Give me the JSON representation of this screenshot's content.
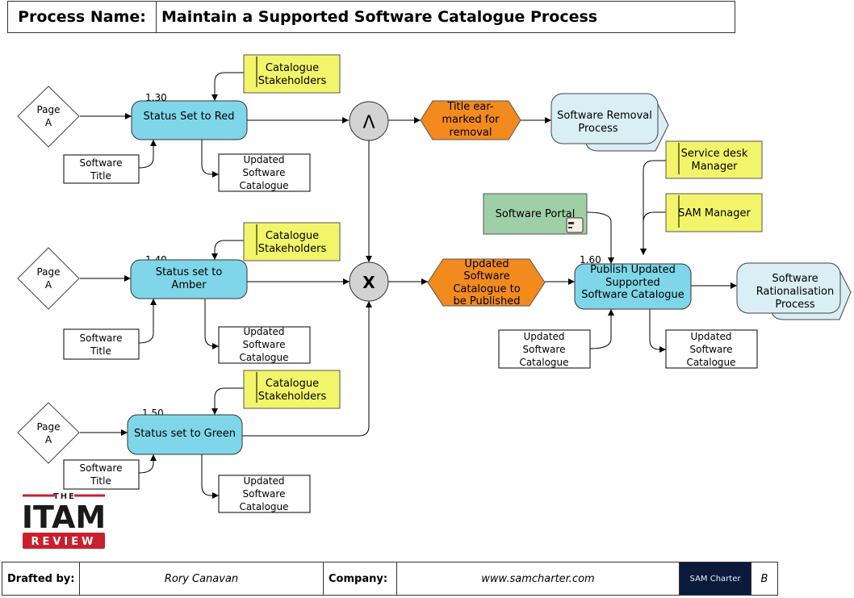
{
  "header": {
    "label": "Process Name:",
    "value": "Maintain a Supported Software Catalogue Process"
  },
  "footer": {
    "drafted_label": "Drafted by:",
    "drafted_value": "Rory Canavan",
    "company_label": "Company:",
    "company_value": "www.samcharter.com",
    "logo_text": "SAM Charter",
    "version": "B"
  },
  "logo": {
    "top": "THE",
    "main": "ITAM",
    "bottom": "REVIEW"
  },
  "diagram": {
    "page_refs": [
      [
        "Page",
        "A"
      ],
      [
        "Page",
        "A"
      ],
      [
        "Page",
        "A"
      ]
    ],
    "software_title": [
      [
        "Software",
        "Title"
      ],
      [
        "Software",
        "Title"
      ],
      [
        "Software",
        "Title"
      ]
    ],
    "stakeholders": [
      [
        "Catalogue",
        "Stakeholders"
      ],
      [
        "Catalogue",
        "Stakeholders"
      ],
      [
        "Catalogue",
        "Stakeholders"
      ]
    ],
    "updated_catalogue": [
      [
        "Updated",
        "Software",
        "Catalogue"
      ],
      [
        "Updated",
        "Software",
        "Catalogue"
      ],
      [
        "Updated",
        "Software",
        "Catalogue"
      ],
      [
        "Updated",
        "Software",
        "Catalogue"
      ],
      [
        "Updated",
        "Software",
        "Catalogue"
      ]
    ],
    "activities": {
      "a130": {
        "id": "1.30",
        "lines": [
          "Status Set to Red"
        ]
      },
      "a140": {
        "id": "1.40",
        "lines": [
          "Status set to",
          "Amber"
        ]
      },
      "a150": {
        "id": "1.50",
        "lines": [
          "Status set to Green"
        ]
      },
      "a160": {
        "id": "1.60",
        "lines": [
          "Publish Updated",
          "Supported",
          "Software Catalogue"
        ]
      }
    },
    "gateways": {
      "and": "Λ",
      "xor": "X"
    },
    "events": {
      "earmarked": [
        "Title ear-",
        "marked for",
        "removal"
      ],
      "to_publish": [
        "Updated",
        "Software",
        "Catalogue to",
        "be Published"
      ]
    },
    "processes": {
      "removal": [
        "Software Removal",
        "Process"
      ],
      "rationalisation": [
        "Software",
        "Rationalisation",
        "Process"
      ]
    },
    "roles": {
      "service_desk": [
        "Service desk",
        "Manager"
      ],
      "sam_manager": [
        "SAM Manager"
      ]
    },
    "system": "Software Portal",
    "colors": {
      "activity": "#7fd6e8",
      "event": "#f28a1e",
      "role": "#f2f56a",
      "process": "#d9eef5",
      "system": "#9fcfa7",
      "gateway": "#d3d3d3",
      "logo_red": "#c8202e"
    }
  }
}
